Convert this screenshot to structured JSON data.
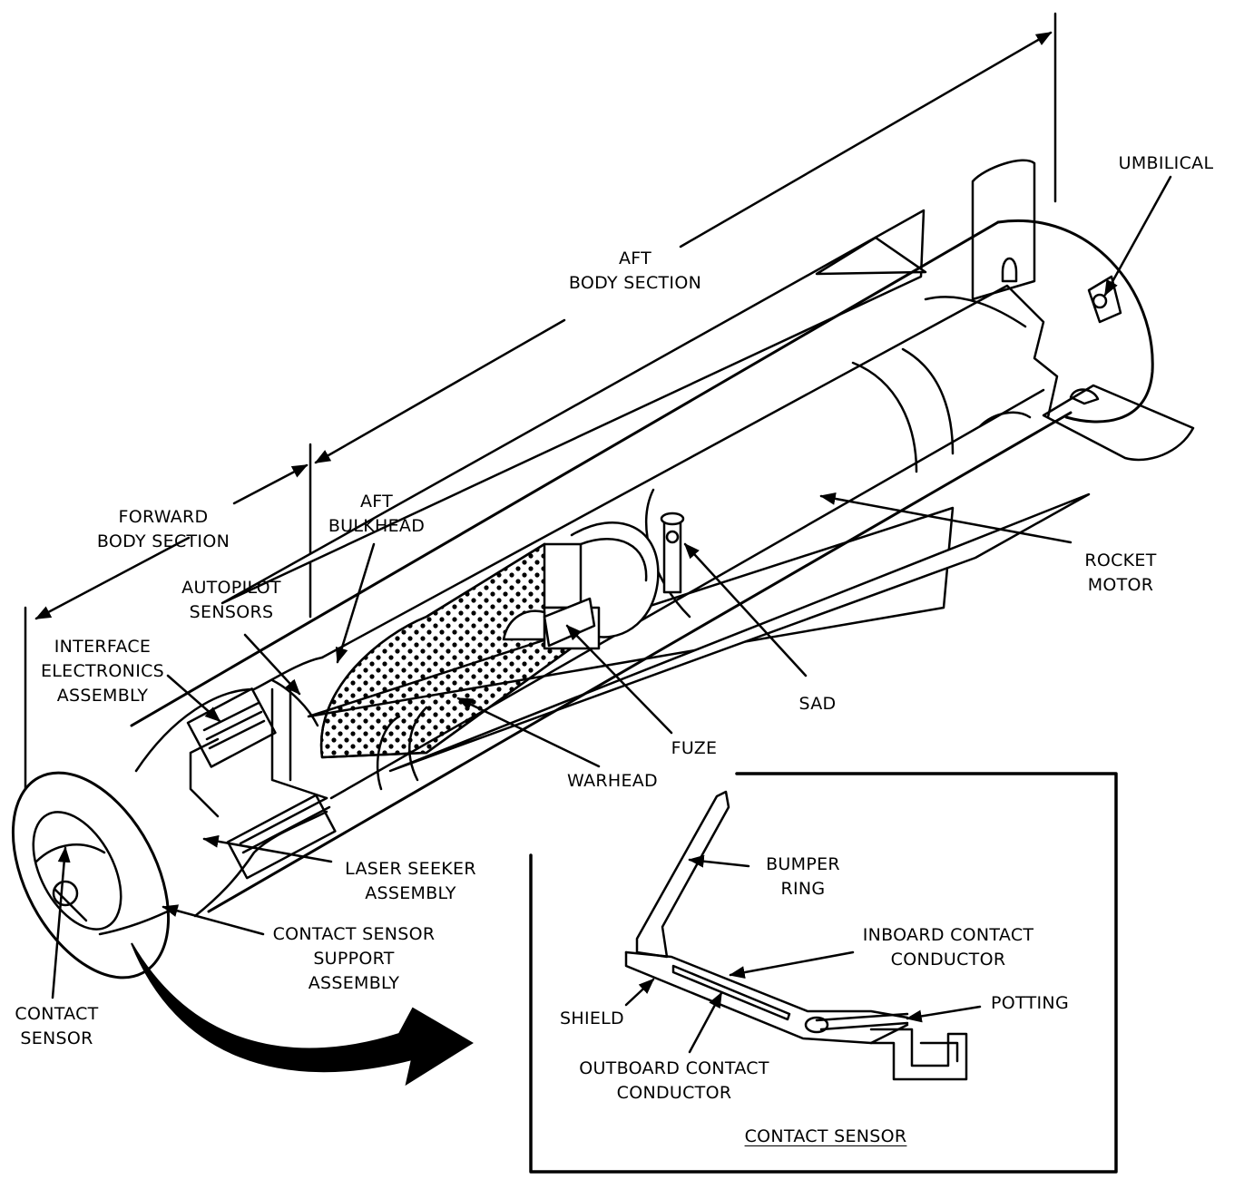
{
  "labels": {
    "umbilical": "UMBILICAL",
    "aft_body_section": "AFT\nBODY SECTION",
    "forward_body_section": "FORWARD\nBODY SECTION",
    "aft_bulkhead": "AFT\nBULKHEAD",
    "autopilot_sensors": "AUTOPILOT\nSENSORS",
    "interface_electronics": "INTERFACE\nELECTRONICS\nASSEMBLY",
    "rocket_motor": "ROCKET\nMOTOR",
    "sad": "SAD",
    "fuze": "FUZE",
    "warhead": "WARHEAD",
    "laser_seeker": "LASER SEEKER\nASSEMBLY",
    "contact_sensor_support": "CONTACT SENSOR\nSUPPORT\nASSEMBLY",
    "contact_sensor": "CONTACT\nSENSOR"
  },
  "inset": {
    "title": "CONTACT SENSOR",
    "bumper_ring": "BUMPER\nRING",
    "inboard_conductor": "INBOARD CONTACT\nCONDUCTOR",
    "potting": "POTTING",
    "shield": "SHIELD",
    "outboard_conductor": "OUTBOARD CONTACT\nCONDUCTOR"
  }
}
